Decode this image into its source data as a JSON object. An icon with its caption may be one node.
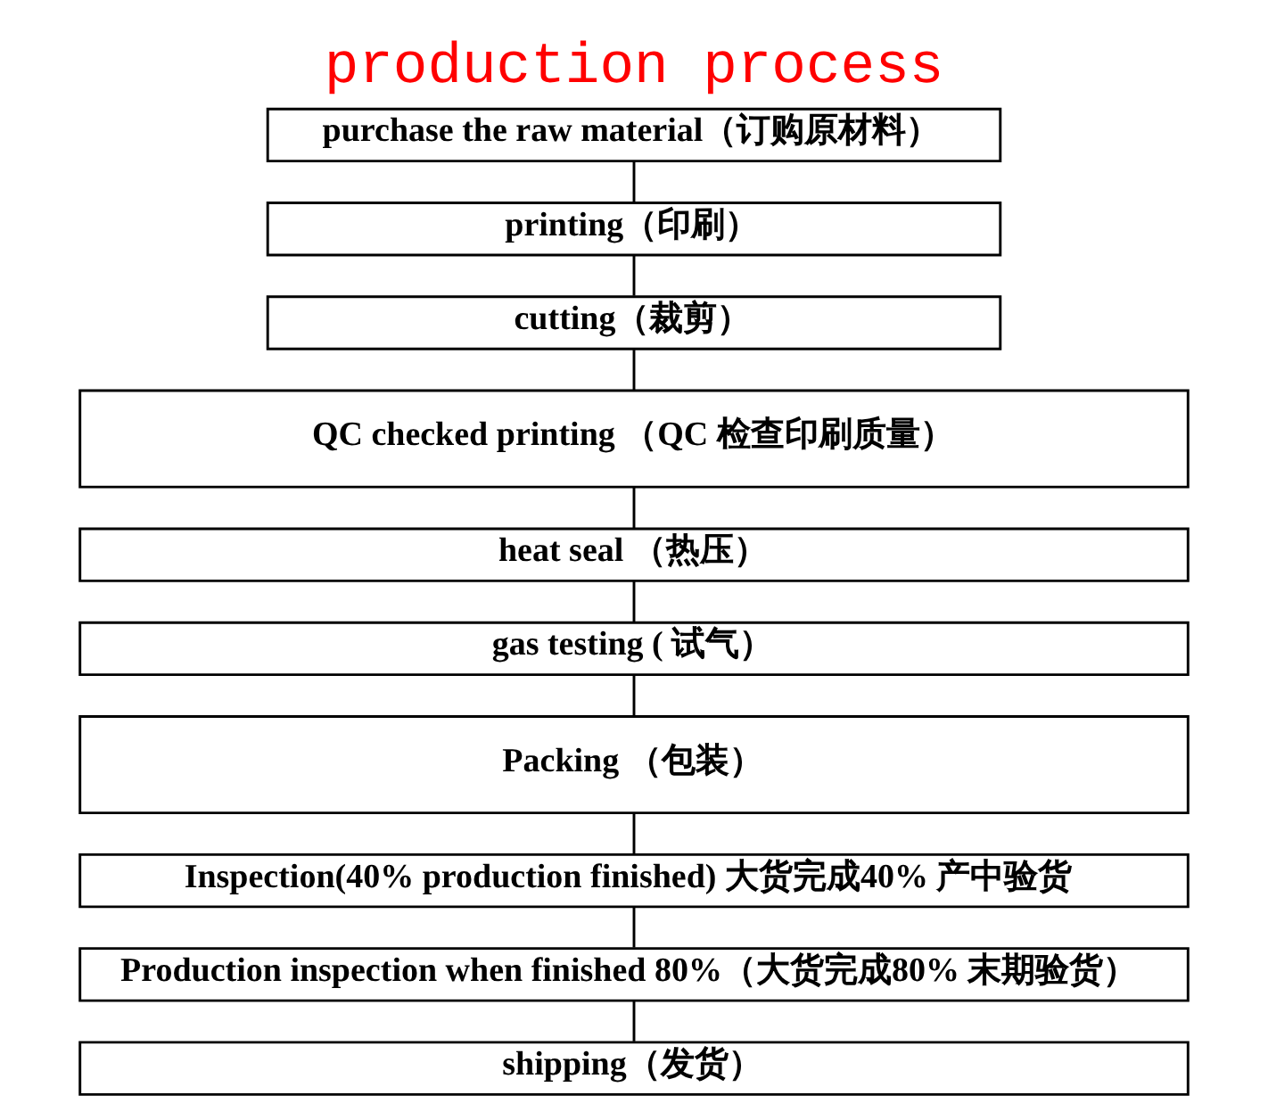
{
  "diagram": {
    "title": "production process",
    "nodes": [
      {
        "text": [
          "purchase the raw material（订购原材料）"
        ]
      },
      {
        "text": [
          "printing（印刷）"
        ]
      },
      {
        "text": [
          "cutting（裁剪）"
        ]
      },
      {
        "text": [
          "QC checked printing （QC 检查印刷质量）"
        ]
      },
      {
        "text": [
          "heat seal （热压）"
        ]
      },
      {
        "text": [
          "gas testing ( 试气）"
        ]
      },
      {
        "text": [
          "Packing （包装）"
        ]
      },
      {
        "text": [
          "Inspection(40% production finished) 大货完成40% 产中验货"
        ]
      },
      {
        "text": [
          "Production inspection when finished 80%（大货完成80% 末期验货）"
        ]
      },
      {
        "text": [
          "shipping（发货）"
        ]
      }
    ],
    "edges": [
      {
        "from": 0,
        "to": 1,
        "arrow": "none"
      },
      {
        "from": 1,
        "to": 2,
        "arrow": "none"
      },
      {
        "from": 2,
        "to": 3,
        "arrow": "none"
      },
      {
        "from": 3,
        "to": 4,
        "arrow": "none"
      },
      {
        "from": 4,
        "to": 5,
        "arrow": "none"
      },
      {
        "from": 5,
        "to": 6,
        "arrow": "none"
      },
      {
        "from": 6,
        "to": 7,
        "arrow": "none"
      },
      {
        "from": 7,
        "to": 8,
        "arrow": "none"
      },
      {
        "from": 8,
        "to": 9,
        "arrow": "none"
      }
    ]
  }
}
